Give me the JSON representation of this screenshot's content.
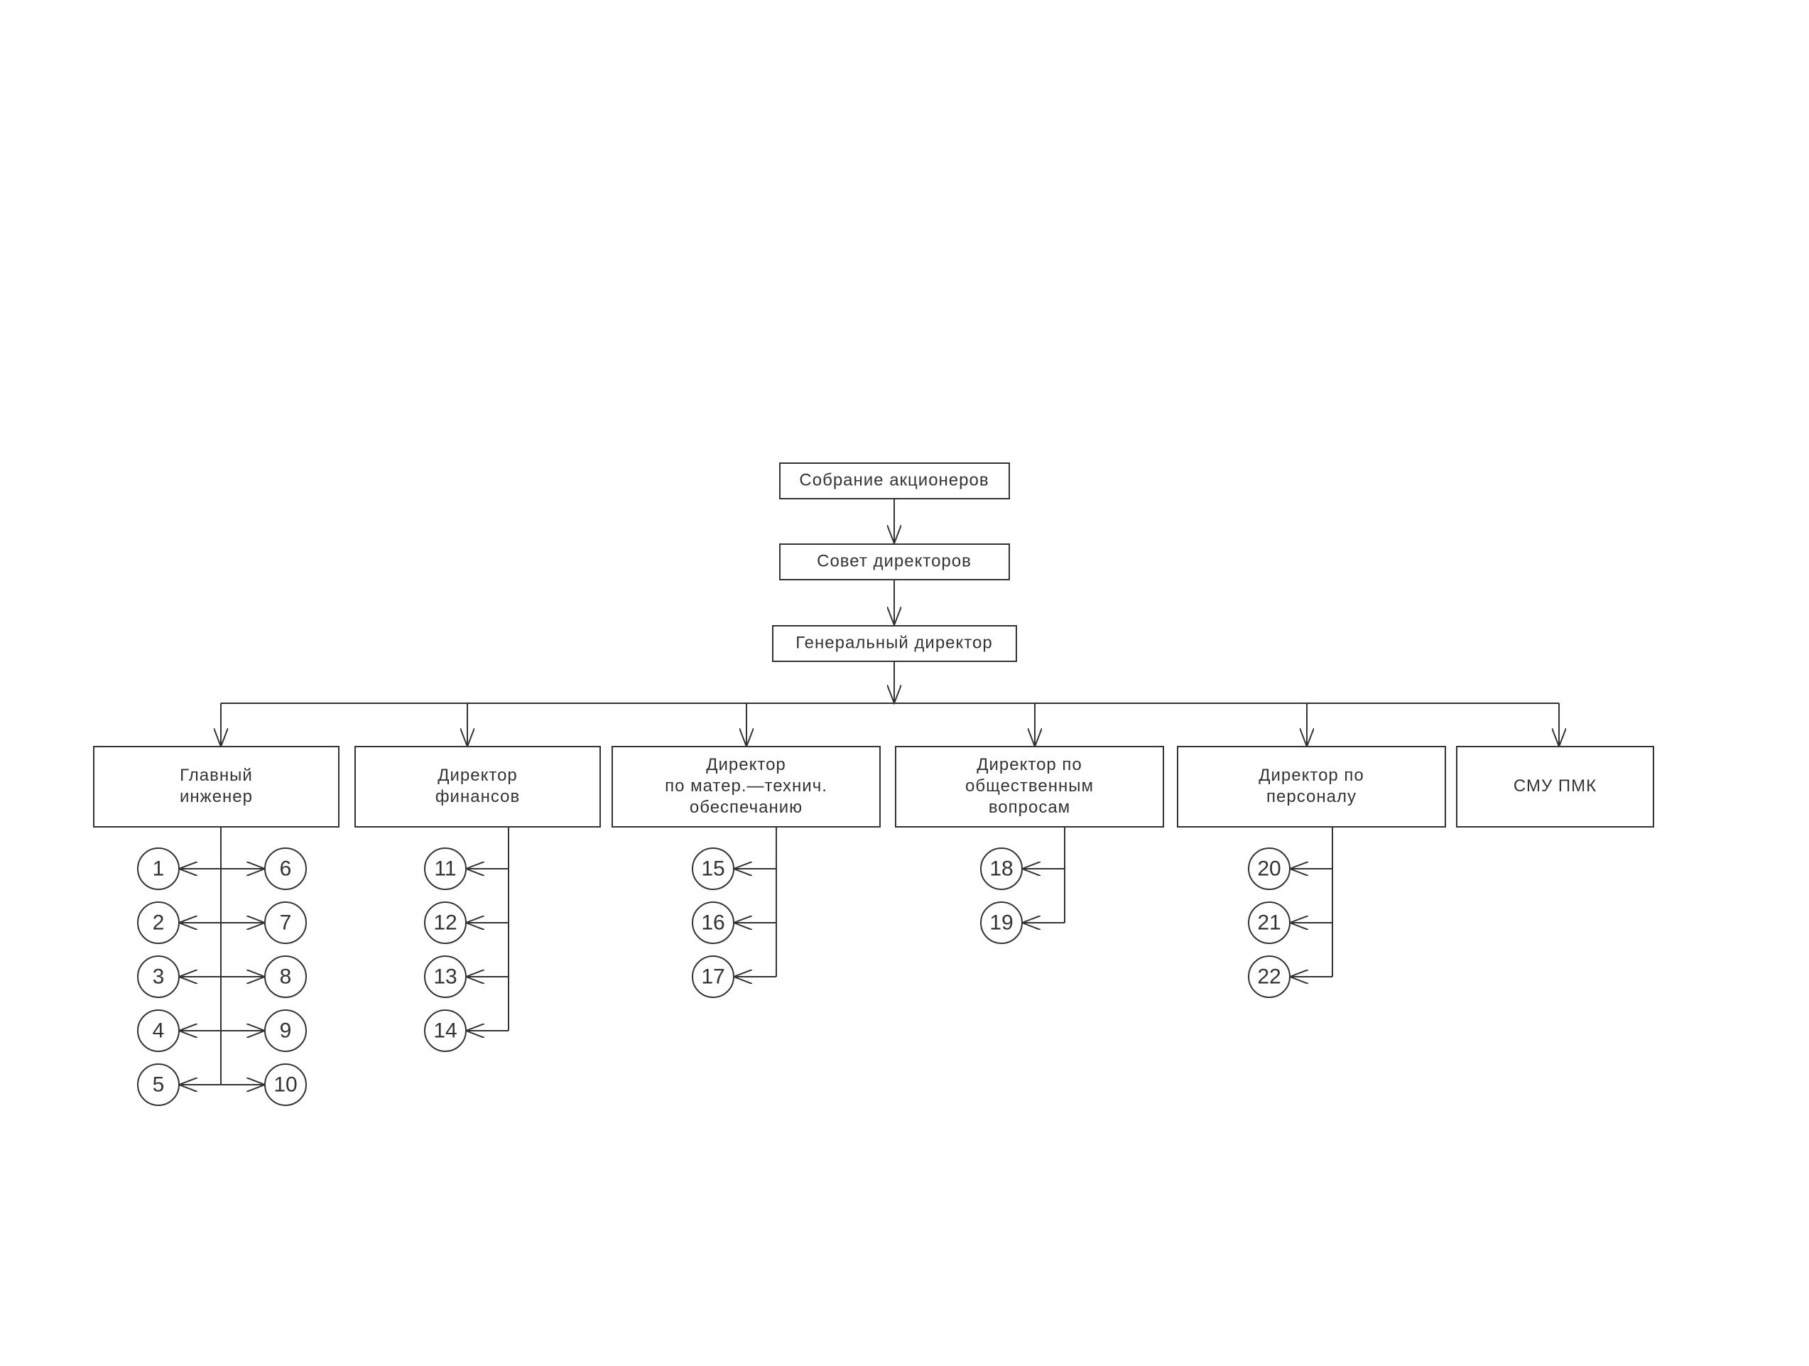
{
  "top_chain": [
    "Собрание акционеров",
    "Совет директоров",
    "Генеральный директор"
  ],
  "departments": [
    {
      "id": "chief-engineer",
      "lines": [
        "Главный",
        "инженер"
      ],
      "items": [
        "1",
        "2",
        "3",
        "4",
        "5",
        "6",
        "7",
        "8",
        "9",
        "10"
      ]
    },
    {
      "id": "finance-director",
      "lines": [
        "Директор",
        "финансов"
      ],
      "items": [
        "11",
        "12",
        "13",
        "14"
      ]
    },
    {
      "id": "supply-director",
      "lines": [
        "Директор",
        "по матер.—технич.",
        "обеспечанию"
      ],
      "items": [
        "15",
        "16",
        "17"
      ]
    },
    {
      "id": "public-affairs-director",
      "lines": [
        "Директор по",
        "общественным",
        "вопросам"
      ],
      "items": [
        "18",
        "19"
      ]
    },
    {
      "id": "hr-director",
      "lines": [
        "Директор по",
        "персоналу"
      ],
      "items": [
        "20",
        "21",
        "22"
      ]
    },
    {
      "id": "smu-pmk",
      "lines": [
        "СМУ ПМК"
      ],
      "items": []
    }
  ],
  "colors": {
    "stroke": "#333333",
    "background": "#ffffff"
  }
}
